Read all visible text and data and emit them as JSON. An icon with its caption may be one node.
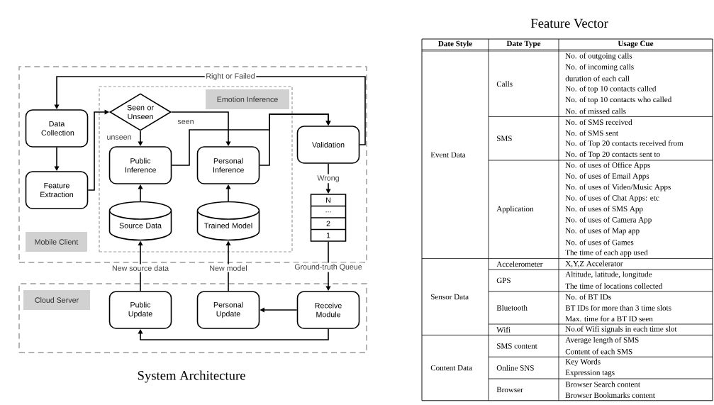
{
  "diagram": {
    "title": "Feature Vector",
    "caption": "System Architecture",
    "nodes": [
      {
        "text": [
          "Mobile Client"
        ]
      },
      {
        "text": [
          "Data Collection"
        ],
        "in": 0
      },
      {
        "text": [
          "Feature Extraction"
        ],
        "in": 0
      },
      {
        "text": [
          "Emotion Inference"
        ],
        "in": 0
      },
      {
        "text": [
          "Seen or Unseen"
        ],
        "in": 3
      },
      {
        "text": [
          "Public Inference"
        ],
        "in": 3
      },
      {
        "text": [
          "Personal Inference"
        ],
        "in": 3
      },
      {
        "text": [
          "Source Data"
        ],
        "in": 3
      },
      {
        "text": [
          "Trained Model"
        ],
        "in": 3
      },
      {
        "text": [
          "Validation"
        ],
        "in": 0
      },
      {
        "text": [
          "N",
          "...",
          "2",
          "1"
        ],
        "in": 0
      },
      {
        "text": [
          "Cloud Server"
        ]
      },
      {
        "text": [
          "Public Update"
        ],
        "in": 11
      },
      {
        "text": [
          "Personal Update"
        ],
        "in": 11
      },
      {
        "text": [
          "Receive Module"
        ],
        "in": 11
      }
    ],
    "edges": [
      {
        "from": 9,
        "to": 1,
        "arrow": "to",
        "label": "Right or Failed"
      },
      {
        "from": 1,
        "to": 2,
        "arrow": "to"
      },
      {
        "from": 2,
        "to": 4,
        "arrow": "to"
      },
      {
        "from": 4,
        "to": 5,
        "arrow": "to",
        "label": "unseen"
      },
      {
        "from": 4,
        "to": 6,
        "arrow": "to",
        "label": "seen"
      },
      {
        "from": 7,
        "to": 5,
        "arrow": "to"
      },
      {
        "from": 8,
        "to": 6,
        "arrow": "to"
      },
      {
        "from": 5,
        "to": 9,
        "arrow": "to"
      },
      {
        "from": 6,
        "to": 9,
        "arrow": "to"
      },
      {
        "from": 9,
        "to": 10,
        "arrow": "to",
        "label": "Wrong"
      },
      {
        "from": 10,
        "to": 14,
        "arrow": "to",
        "label": "Ground-truth Queue"
      },
      {
        "from": 14,
        "to": 13,
        "arrow": "to"
      },
      {
        "from": 14,
        "to": 12,
        "arrow": "to"
      },
      {
        "from": 12,
        "to": 7,
        "arrow": "to",
        "label": "New source data"
      },
      {
        "from": 13,
        "to": 8,
        "arrow": "to",
        "label": "New model"
      }
    ],
    "labels": [
      "Date Style",
      "Date Type",
      "Usage Cue",
      "Event Data",
      "Calls",
      "No. of outgoing calls",
      "No. of incoming calls",
      "duration of each call",
      "No. of top 10 contacts called",
      "No. of top 10 contacts who called",
      "No. of missed calls",
      "SMS",
      "No. of SMS received",
      "No. of SMS sent",
      "No. of Top 20 contacts received from",
      "No. of Top 20 contacts sent to",
      "Application",
      "No. of uses of Office Apps",
      "No. of uses of Email Apps",
      "No. of uses of Video/Music Apps",
      "No. of uses of Chat Apps: etc",
      "No. of uses of SMS App",
      "No. of uses of Camera App",
      "No. of uses of Map app",
      "No. of uses of Games",
      "The time of each app used",
      "Sensor Data",
      "Accelerometer",
      "X,Y,Z Accelerator",
      "GPS",
      "Altitude, latitude, longitude",
      "The time of locations collected",
      "Bluetooth",
      "No. of BT IDs",
      "BT IDs for more than 3 time slots",
      "Max. time for a BT ID seen",
      "Wifi",
      "No.of Wifi signals in each time slot",
      "Content Data",
      "SMS content",
      "Average length of SMS",
      "Content of each SMS",
      "Online SNS",
      "Key Words",
      "Expression tags",
      "Browser",
      "Browser Search content",
      "Browser Bookmarks content"
    ]
  }
}
